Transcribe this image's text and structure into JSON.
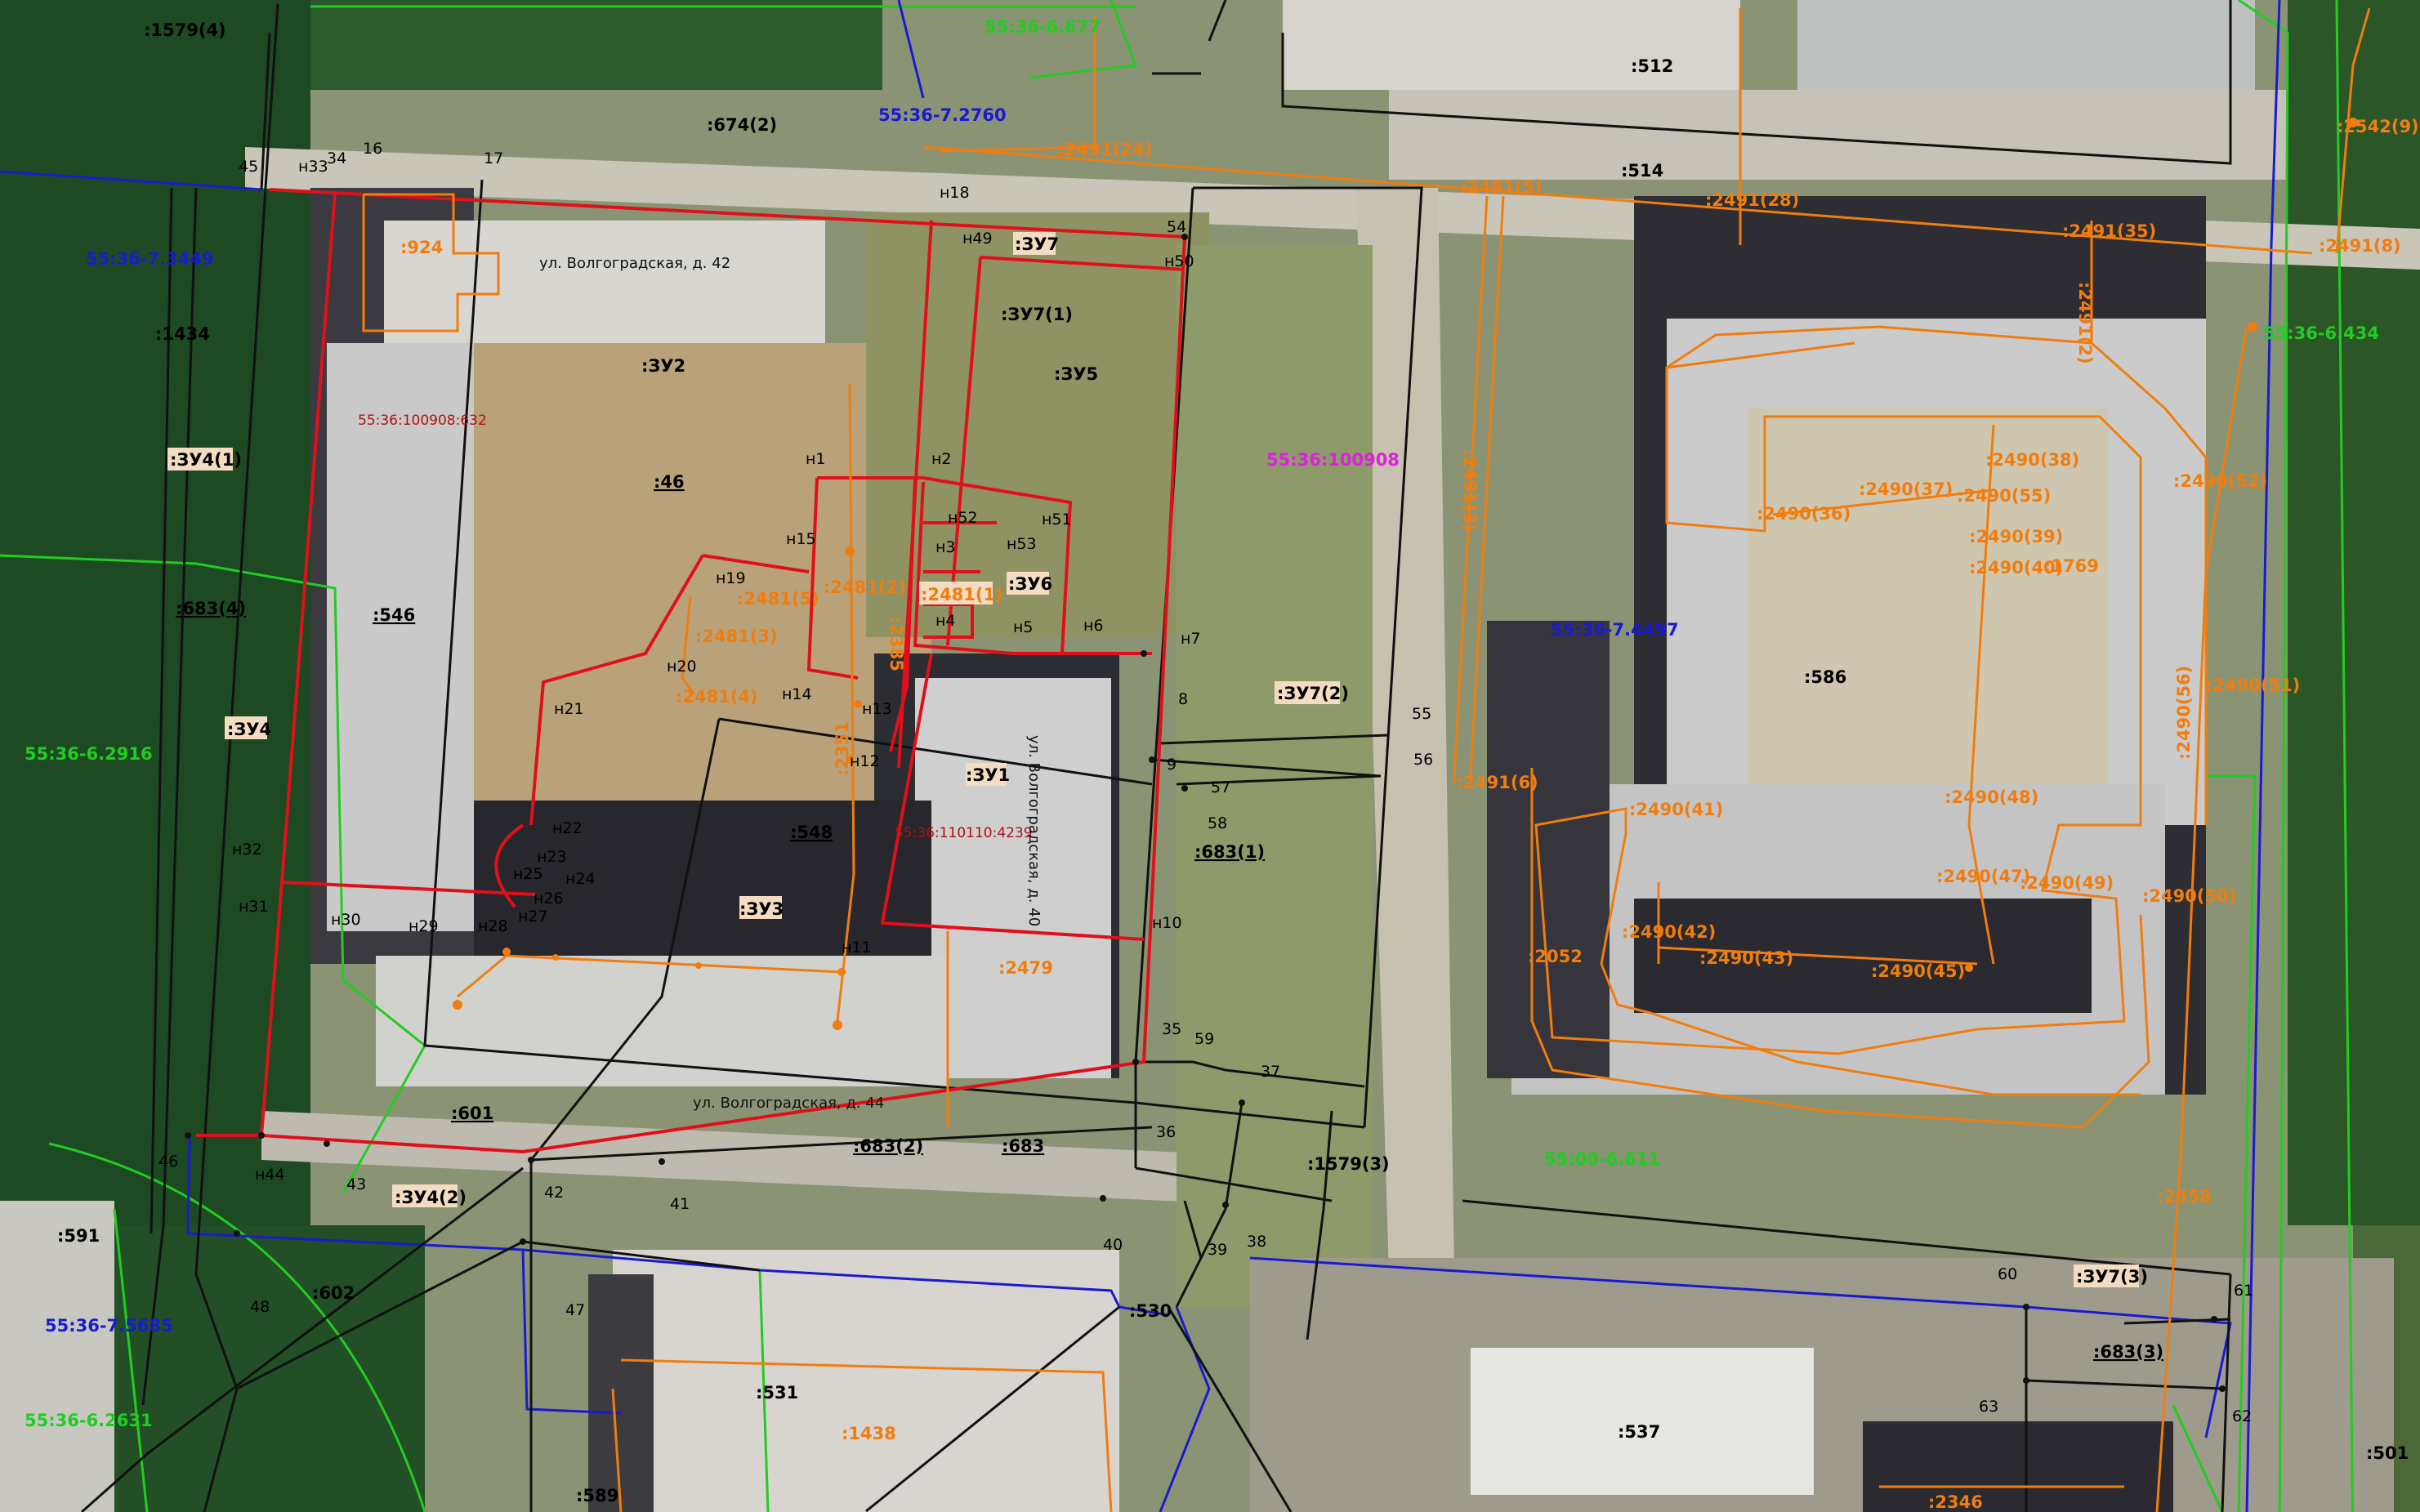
{
  "colors": {
    "red_boundary": "#e0101a",
    "orange_line": "#f07d10",
    "black_line": "#111111",
    "green_line": "#22cc22",
    "blue_line": "#1a1ad0",
    "magenta_label": "#e020e0",
    "dark_red_label": "#b01010"
  },
  "quarters": {
    "q_5536_6677": "55:36-6.677",
    "q_5536_72760": "55:36-7.2760",
    "q_5536_73449": "55:36-7.3449",
    "q_5536_62916": "55:36-6.2916",
    "q_5536_75685": "55:36-7.5685",
    "q_5536_62631": "55:36-6.2631",
    "q_5536_74497": "55:36-7.4497",
    "q_5536_6434": "55:36-6.434",
    "q_5500_6611": "55:00-6.611"
  },
  "special": {
    "block_100908": "55:36:100908",
    "parcel_632": "55:36:100908:632",
    "parcel_4239": "55:36:110110:4239"
  },
  "streets": {
    "volg42": "ул. Волгоградская, д. 42",
    "volg40": "ул. Волгоградская, д. 40",
    "volg44": "ул. Волгоградская, д. 44"
  },
  "zu_labels": {
    "zu1": ":ЗУ1",
    "zu2": ":ЗУ2",
    "zu3": ":ЗУ3",
    "zu4": ":ЗУ4",
    "zu4_1": ":ЗУ4(1)",
    "zu4_2": ":ЗУ4(2)",
    "zu5": ":ЗУ5",
    "zu6": ":ЗУ6",
    "zu7": ":ЗУ7",
    "zu7_1": ":ЗУ7(1)",
    "zu7_2": ":ЗУ7(2)",
    "zu7_3": ":ЗУ7(3)"
  },
  "parcel_labels": {
    "p1579_4": ":1579(4)",
    "p674_2": ":674(2)",
    "p512": ":512",
    "p514": ":514",
    "p1434": ":1434",
    "p46": ":46",
    "p546": ":546",
    "p683_4": ":683(4)",
    "p548": ":548",
    "p683_1": ":683(1)",
    "p601": ":601",
    "p683_2": ":683(2)",
    "p683": ":683",
    "p1579_3": ":1579(3)",
    "p591": ":591",
    "p602": ":602",
    "p530": ":530",
    "p531": ":531",
    "p589": ":589",
    "p537": ":537",
    "p683_3": ":683(3)",
    "p501": ":501",
    "p586": ":586"
  },
  "orange_labels": {
    "o924": ":924",
    "o2491_24": ":2491(24)",
    "o2491_5": ":2491(5)",
    "o2491_28": ":2491(28)",
    "o2491_35": ":2491(35)",
    "o2491_8": ":2491(8)",
    "o2542_9": ":2542(9)",
    "o2491_2": ":2491(2)",
    "o2491_3": ":2491(3)",
    "o2491_6": ":2491(6)",
    "o2481_2": ":2481(2)",
    "o2481_5": ":2481(5)",
    "o2481_3": ":2481(3)",
    "o2481_4": ":2481(4)",
    "o2481_1": ":2481(1)",
    "o2385": ":2385",
    "o2351": ":2351",
    "o2479": ":2479",
    "o2490_38": ":2490(38)",
    "o2490_37": ":2490(37)",
    "o2490_55": ":2490(55)",
    "o2490_36": ":2490(36)",
    "o2490_39": ":2490(39)",
    "o2490_40": ":2490(40)",
    "o1769": ":1769",
    "o2490_52": ":2490(52)",
    "o2490_51": ":2490(51)",
    "o2490_41": ":2490(41)",
    "o2490_48": ":2490(48)",
    "o2490_47": ":2490(47)",
    "o2490_49": ":2490(49)",
    "o2490_50": ":2490(50)",
    "o2490_56": ":2490(56)",
    "o2490_42": ":2490(42)",
    "o2490_43": ":2490(43)",
    "o2490_45": ":2490(45)",
    "o2052": ":2052",
    "o2358": ":2358",
    "o1438": ":1438",
    "o2346": ":2346"
  },
  "points": {
    "n45": "45",
    "nн33": "н33",
    "n34": "34",
    "n16": "16",
    "n17": "17",
    "nн18": "н18",
    "nн49": "н49",
    "n54": "54",
    "nн50": "н50",
    "nн1": "н1",
    "nн2": "н2",
    "nн15": "н15",
    "nн52": "н52",
    "nн51": "н51",
    "nн3": "н3",
    "nн53": "н53",
    "nн19": "н19",
    "nн4": "н4",
    "nн5": "н5",
    "nн6": "н6",
    "n7": "н7",
    "nн20": "н20",
    "nн14": "н14",
    "nн13": "н13",
    "nн21": "н21",
    "n8": "8",
    "n55": "55",
    "n56": "56",
    "nн12": "н12",
    "n9": "9",
    "n57": "57",
    "n58": "58",
    "nн22": "н22",
    "nн23": "н23",
    "nн25": "н25",
    "nн24": "н24",
    "nн26": "н26",
    "nн27": "н27",
    "nн32": "н32",
    "nн31": "н31",
    "nн30": "н30",
    "nн29": "н29",
    "nн28": "н28",
    "nн11": "н11",
    "nн10": "н10",
    "n35": "35",
    "n59": "59",
    "n37": "37",
    "n36": "36",
    "n46": "46",
    "nн44": "н44",
    "n43": "43",
    "n42": "42",
    "n41": "41",
    "n40": "40",
    "n39": "39",
    "n38": "38",
    "n48": "48",
    "n47": "47",
    "n60": "60",
    "n61": "61",
    "n62": "62",
    "n63": "63"
  }
}
